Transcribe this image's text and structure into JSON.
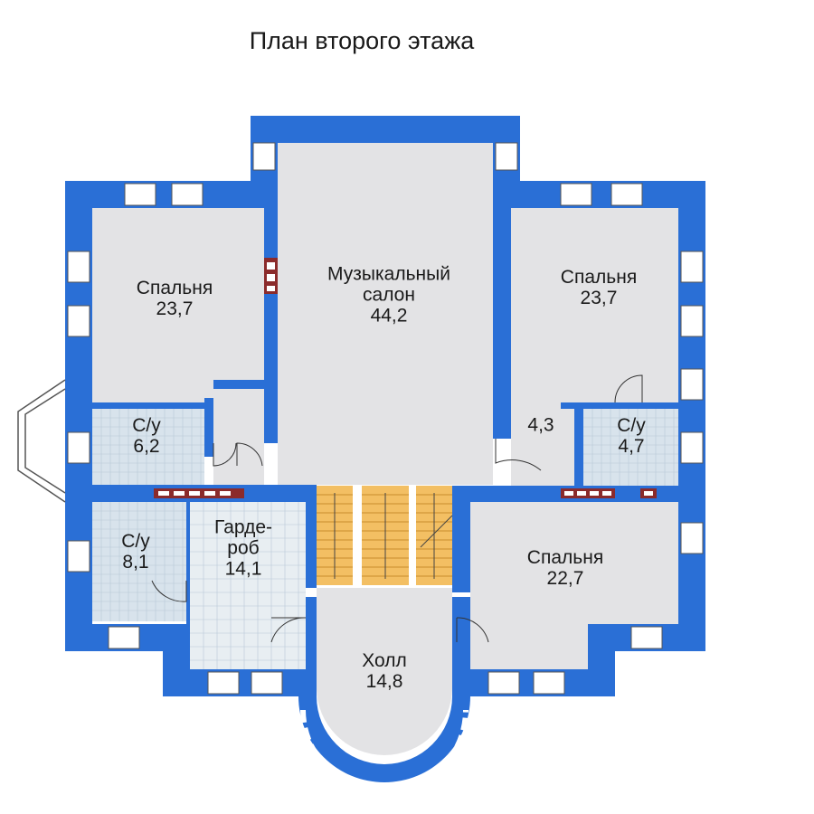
{
  "title": "План второго этажа",
  "colors": {
    "wall": "#2a6fd6",
    "room": "#e3e3e5",
    "bath": "#d8e3ec",
    "stair": "#f3bf63",
    "window": "#ffffff",
    "vent": "#8b2b2b"
  },
  "rooms": [
    {
      "id": "bedroom-nw",
      "name": "Спальня",
      "area": "23,7"
    },
    {
      "id": "music-salon",
      "name": "Музыкальный салон",
      "area": "44,2"
    },
    {
      "id": "bedroom-ne",
      "name": "Спальня",
      "area": "23,7"
    },
    {
      "id": "bath-w",
      "name": "С/у",
      "area": "6,2"
    },
    {
      "id": "closet-small",
      "name": "",
      "area": "4,3"
    },
    {
      "id": "bath-e",
      "name": "С/у",
      "area": "4,7"
    },
    {
      "id": "bath-sw",
      "name": "С/у",
      "area": "8,1"
    },
    {
      "id": "wardrobe",
      "name": "Гарде- роб",
      "area": "14,1"
    },
    {
      "id": "bedroom-se",
      "name": "Спальня",
      "area": "22,7"
    },
    {
      "id": "hall",
      "name": "Холл",
      "area": "14,8"
    }
  ],
  "labels": {
    "r1_name": "Спальня",
    "r1_area": "23,7",
    "r2_name1": "Музыкальный",
    "r2_name2": "салон",
    "r2_area": "44,2",
    "r3_name": "Спальня",
    "r3_area": "23,7",
    "r4_name": "С/у",
    "r4_area": "6,2",
    "r5_area": "4,3",
    "r6_name": "С/у",
    "r6_area": "4,7",
    "r7_name": "С/у",
    "r7_area": "8,1",
    "r8_name1": "Гарде-",
    "r8_name2": "роб",
    "r8_area": "14,1",
    "r9_name": "Спальня",
    "r9_area": "22,7",
    "r10_name": "Холл",
    "r10_area": "14,8"
  }
}
